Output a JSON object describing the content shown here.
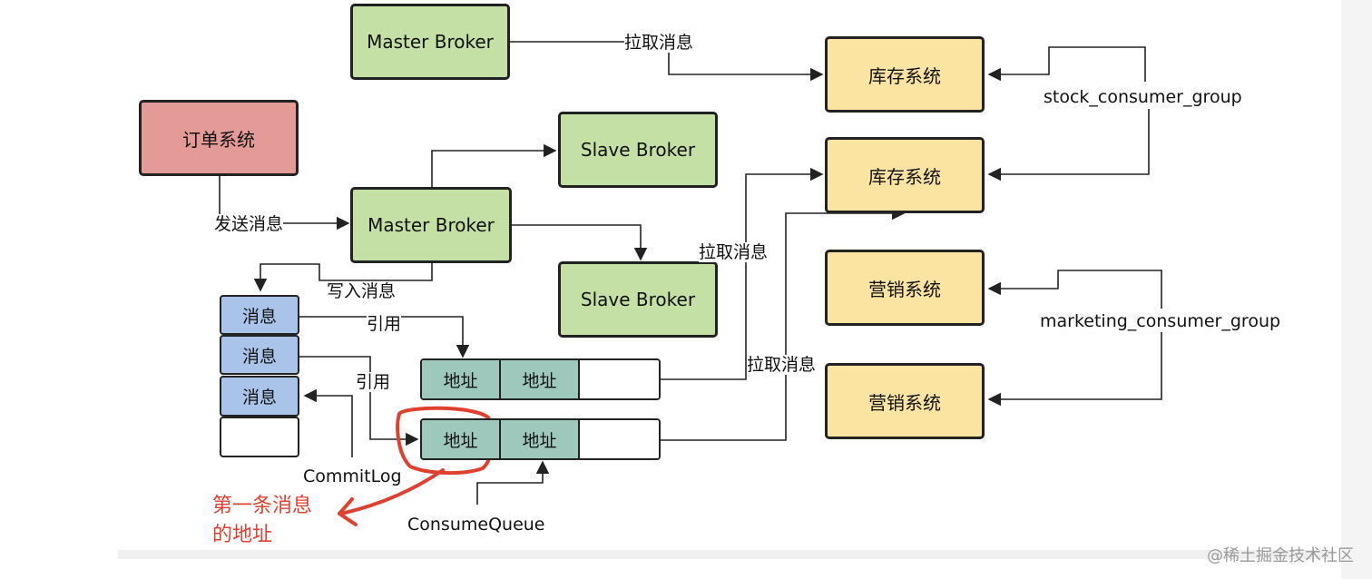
{
  "colors": {
    "broker": "#c5e0a5",
    "order_system": "#e49a97",
    "consumer": "#fbe3a1",
    "message": "#a9c4e8",
    "address": "#9fc8bd",
    "annotation": "#e04030",
    "line": "#222222"
  },
  "nodes": {
    "master_broker_top": "Master Broker",
    "order_system": "订单系统",
    "slave_broker_1": "Slave Broker",
    "master_broker_main": "Master Broker",
    "slave_broker_2": "Slave Broker",
    "stock_system_1": "库存系统",
    "stock_system_2": "库存系统",
    "marketing_system_1": "营销系统",
    "marketing_system_2": "营销系统"
  },
  "commitlog": {
    "label": "CommitLog",
    "messages": [
      "消息",
      "消息",
      "消息",
      ""
    ]
  },
  "consume_queue": {
    "label": "ConsumeQueue",
    "queue_1": [
      "地址",
      "地址",
      ""
    ],
    "queue_2": [
      "地址",
      "地址",
      ""
    ]
  },
  "edge_labels": {
    "pull_top": "拉取消息",
    "send": "发送消息",
    "write": "写入消息",
    "ref_1": "引用",
    "ref_2": "引用",
    "pull_mid": "拉取消息",
    "pull_low": "拉取消息"
  },
  "groups": {
    "stock_group": "stock_consumer_group",
    "marketing_group": "marketing_consumer_group"
  },
  "annotation": {
    "line1": "第一条消息",
    "line2": "的地址"
  },
  "watermark": "@稀土掘金技术社区"
}
